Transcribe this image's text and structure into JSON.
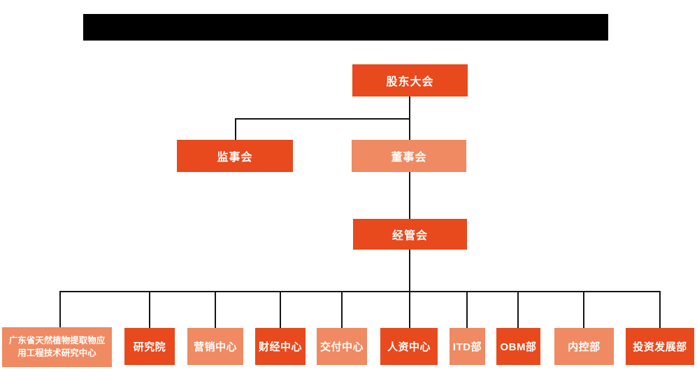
{
  "colors": {
    "box_primary": "#E8491D",
    "box_secondary": "#EF8A62",
    "connector": "#141414",
    "title_bar": "#000000",
    "box_text": "#FFFFFF",
    "background": "#FFFFFF"
  },
  "org_chart": {
    "root": {
      "label": "股东大会"
    },
    "level_2": [
      {
        "label": "监事会"
      },
      {
        "label": "董事会"
      }
    ],
    "level_3": {
      "label": "经管会"
    },
    "departments": [
      {
        "label": "广东省天然植物提取物应用工程技术研究中心"
      },
      {
        "label": "研究院"
      },
      {
        "label": "营销中心"
      },
      {
        "label": "财经中心"
      },
      {
        "label": "交付中心"
      },
      {
        "label": "人资中心"
      },
      {
        "label": "ITD部"
      },
      {
        "label": "OBM部"
      },
      {
        "label": "内控部"
      },
      {
        "label": "投资发展部"
      }
    ]
  }
}
